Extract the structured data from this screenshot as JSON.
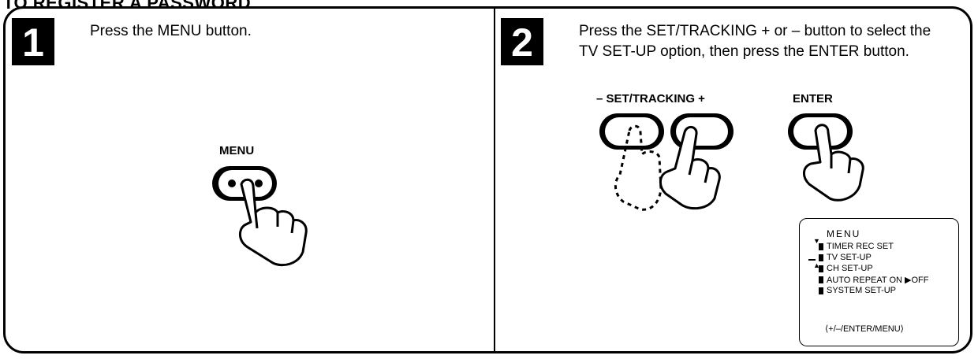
{
  "heading": "TO REGISTER A PASSWORD",
  "steps": [
    {
      "number": "1",
      "text": "Press the MENU button.",
      "button_label": "MENU"
    },
    {
      "number": "2",
      "text": "Press the SET/TRACKING + or – button to select the TV SET-UP option, then press the ENTER button.",
      "set_tracking_label": "– SET/TRACKING +",
      "enter_label": "ENTER"
    }
  ],
  "osd": {
    "title": "MENU",
    "items": [
      "TIMER REC SET",
      "TV SET-UP",
      "CH SET-UP",
      "AUTO REPEAT  ON ▶OFF",
      "SYSTEM  SET-UP"
    ],
    "selected_item": "TV SET-UP",
    "footer": "⟨+/–/ENTER/MENU⟩"
  }
}
